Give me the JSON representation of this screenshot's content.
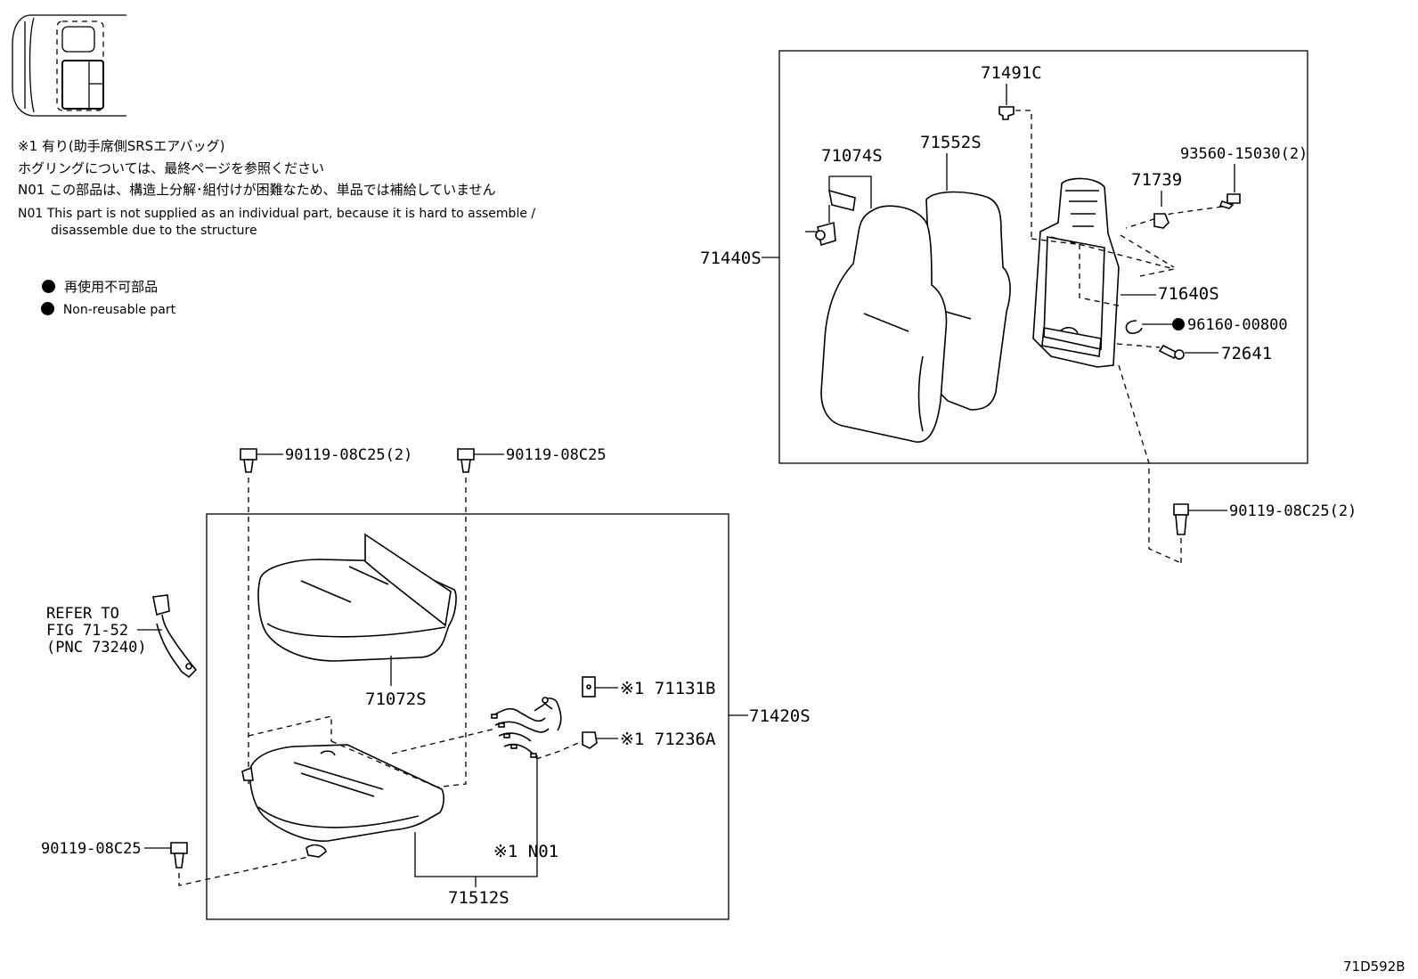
{
  "notes": {
    "jp_1": "※1 有り(助手席側SRSエアバッグ)",
    "jp_2": "ホグリングについては、最終ページを参照ください",
    "jp_3": "N01 この部品は、構造上分解･組付けが困難なため、単品では補給していません",
    "en_1": "N01 This part is not supplied as an individual part, because it is hard to assemble /",
    "en_2": "disassemble due to the structure"
  },
  "legend": {
    "jp": "再使用不可部品",
    "en": "Non-reusable part"
  },
  "refer": {
    "line1": "REFER TO",
    "line2": "FIG 71-52",
    "line3": "(PNC 73240)"
  },
  "parts": {
    "p71440S": "71440S",
    "p71491C": "71491C",
    "p71074S": "71074S",
    "p71552S": "71552S",
    "p93560": "93560-15030(2)",
    "p71739": "71739",
    "p71640S": "71640S",
    "p96160": "96160-00800",
    "p72641": "72641",
    "p90119_a": "90119-08C25(2)",
    "p90119_b": "90119-08C25",
    "p90119_c": "90119-08C25(2)",
    "p90119_d": "90119-08C25",
    "p71072S": "71072S",
    "p71131B": "※1 71131B",
    "p71236A": "※1 71236A",
    "p71420S": "71420S",
    "pN01": "※1 N01",
    "p71512S": "71512S"
  },
  "figure_id": "71D592B"
}
